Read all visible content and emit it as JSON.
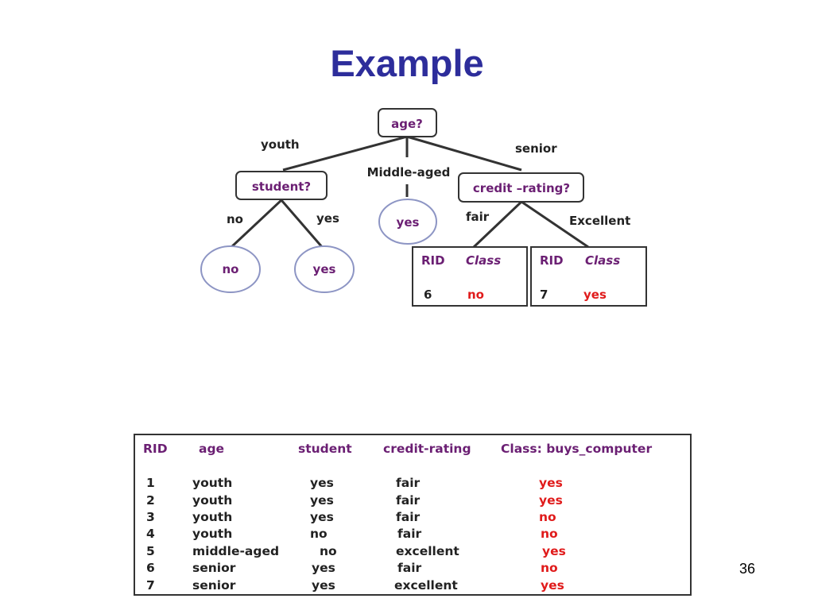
{
  "slide": {
    "title": "Example",
    "page_number": "36"
  },
  "colors": {
    "title": "#2d2d9b",
    "node_text": "#6b1f73",
    "class_text": "#e01b1b",
    "leaf_border": "#8d95c4"
  },
  "tree": {
    "root": "age?",
    "edges": {
      "youth": "youth",
      "middle_aged": "Middle-aged",
      "senior": "senior",
      "student_no": "no",
      "student_yes": "yes",
      "credit_fair": "fair",
      "credit_excellent": "Excellent"
    },
    "nodes": {
      "student": "student?",
      "credit_rating": "credit –rating?",
      "middle_leaf": "yes",
      "student_no_leaf": "no",
      "student_yes_leaf": "yes"
    },
    "fair_box": {
      "col_rid": "RID",
      "col_class": "Class",
      "rid": "6",
      "class": "no"
    },
    "excellent_box": {
      "col_rid": "RID",
      "col_class": "Class",
      "rid": "7",
      "class": "yes"
    }
  },
  "table": {
    "headers": [
      "RID",
      "age",
      "student",
      "credit-rating",
      "Class: buys_computer"
    ],
    "rows": [
      [
        "1",
        "youth",
        "yes",
        "fair",
        "yes"
      ],
      [
        "2",
        "youth",
        "yes",
        "fair",
        "yes"
      ],
      [
        "3",
        "youth",
        "yes",
        "fair",
        "no"
      ],
      [
        "4",
        "youth",
        "no",
        "fair",
        "no"
      ],
      [
        "5",
        "middle-aged",
        "no",
        "excellent",
        "yes"
      ],
      [
        "6",
        "senior",
        "yes",
        "fair",
        "no"
      ],
      [
        "7",
        "senior",
        "yes",
        "excellent",
        "yes"
      ]
    ]
  }
}
